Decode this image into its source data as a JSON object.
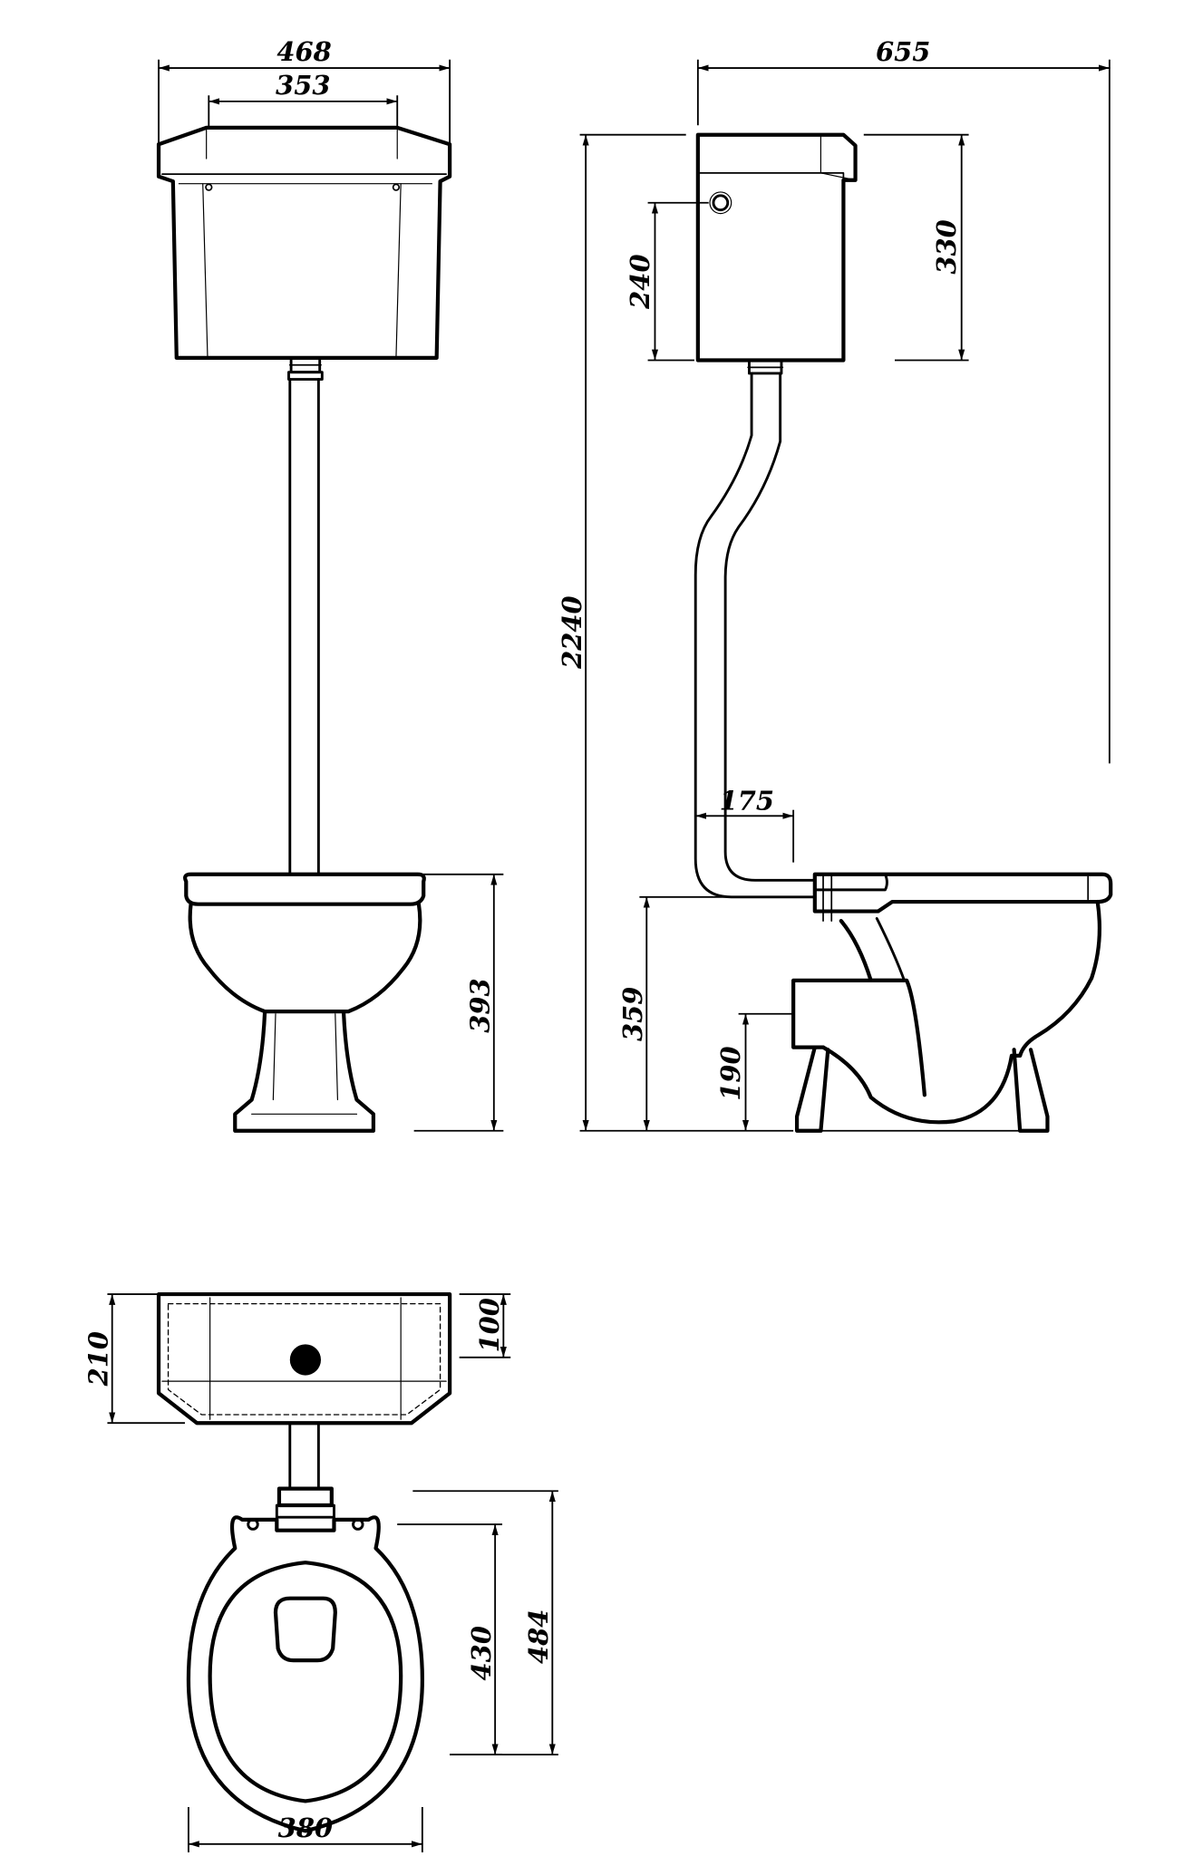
{
  "views": {
    "front": {
      "dim_cistern_width": "468",
      "dim_cistern_inner": "353",
      "dim_pan_height": "393"
    },
    "side": {
      "dim_total_depth": "655",
      "dim_total_height": "2240",
      "dim_cistern_height": "330",
      "dim_button_height": "240",
      "dim_pipe_offset": "175",
      "dim_inlet_height": "359",
      "dim_outlet_height": "190"
    },
    "top": {
      "dim_cistern_depth": "210",
      "dim_cistern_upper": "100",
      "dim_seat_length": "430",
      "dim_pan_length": "484",
      "dim_seat_width": "380"
    }
  },
  "colors": {
    "line": "#000000",
    "background": "#ffffff"
  }
}
